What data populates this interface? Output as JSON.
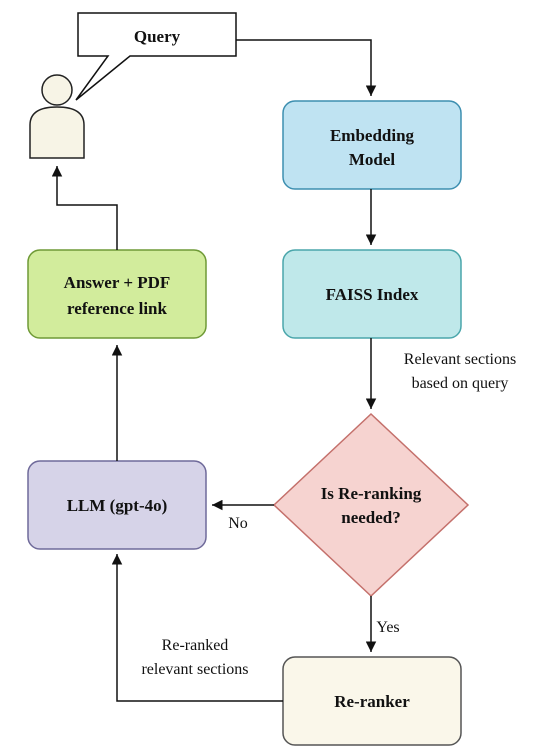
{
  "query": {
    "label": "Query"
  },
  "nodes": {
    "embedding": {
      "line1": "Embedding",
      "line2": "Model",
      "fill": "#bfe3f2",
      "stroke": "#3d8fb0"
    },
    "faiss": {
      "label": "FAISS Index",
      "fill": "#bfe8ea",
      "stroke": "#4aa6ab"
    },
    "decision": {
      "line1": "Is Re-ranking",
      "line2": "needed?",
      "fill": "#f6d3d0",
      "stroke": "#c4706b"
    },
    "llm": {
      "label": "LLM (gpt-4o)",
      "fill": "#d6d3e8",
      "stroke": "#6f6a9a"
    },
    "answer": {
      "line1": "Answer + PDF",
      "line2": "reference link",
      "fill": "#d2ec9c",
      "stroke": "#6f9a36"
    },
    "reranker": {
      "label": "Re-ranker",
      "fill": "#faf7ea",
      "stroke": "#555555"
    }
  },
  "edges": {
    "relevant": {
      "line1": "Relevant sections",
      "line2": "based on query"
    },
    "no": {
      "label": "No"
    },
    "yes": {
      "label": "Yes"
    },
    "reranked": {
      "line1": "Re-ranked",
      "line2": "relevant sections"
    }
  },
  "icons": {
    "user": "user-icon"
  },
  "colors": {
    "line": "#111111",
    "user_fill": "#f7f4e6"
  }
}
